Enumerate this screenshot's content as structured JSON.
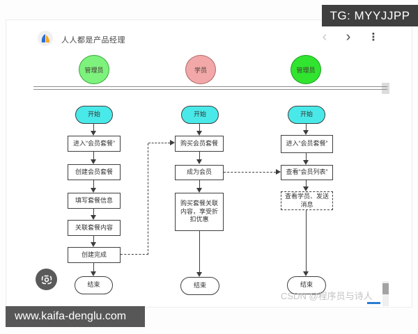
{
  "overlays": {
    "tg_badge": "TG: MYYJJPP",
    "site_badge": "www.kaifa-denglu.com",
    "watermark": "CSDN @程序员与诗人"
  },
  "header": {
    "title": "人人都是产品经理",
    "back_glyph": "‹",
    "forward_glyph": "›",
    "menu_glyph": "⋮"
  },
  "colors": {
    "start_fill": "#4ae9e9",
    "node_border": "#3d3d3d",
    "lane1_fill": "#7df27d",
    "lane1_border": "#3aa83a",
    "lane2_fill": "#f2a8a8",
    "lane2_border": "#b06868",
    "lane3_fill": "#30e430",
    "lane3_border": "#1e9e1e",
    "tg_badge_bg": "#3f3f3f",
    "site_bar_bg": "#575757",
    "accent_blue": "#2b7cd3"
  },
  "lanes": [
    {
      "role": "管理员",
      "nodes": {
        "start": "开始",
        "step1": "进入“会员套餐”",
        "step2": "创建会员套餐",
        "step3": "填写套餐信息",
        "step4": "关联套餐内容",
        "step5": "创建完成",
        "end": "结束"
      }
    },
    {
      "role": "学员",
      "nodes": {
        "start": "开始",
        "step1": "购买会员套餐",
        "step2": "成为会员",
        "step3": "购买套餐关联内容，享受折扣优惠",
        "end": "结束"
      }
    },
    {
      "role": "管理员",
      "nodes": {
        "start": "开始",
        "step1": "进入“会员套餐”",
        "step2": "查看“会员列表”",
        "step3": "查看学员、发送消息",
        "end": "结束"
      }
    }
  ]
}
